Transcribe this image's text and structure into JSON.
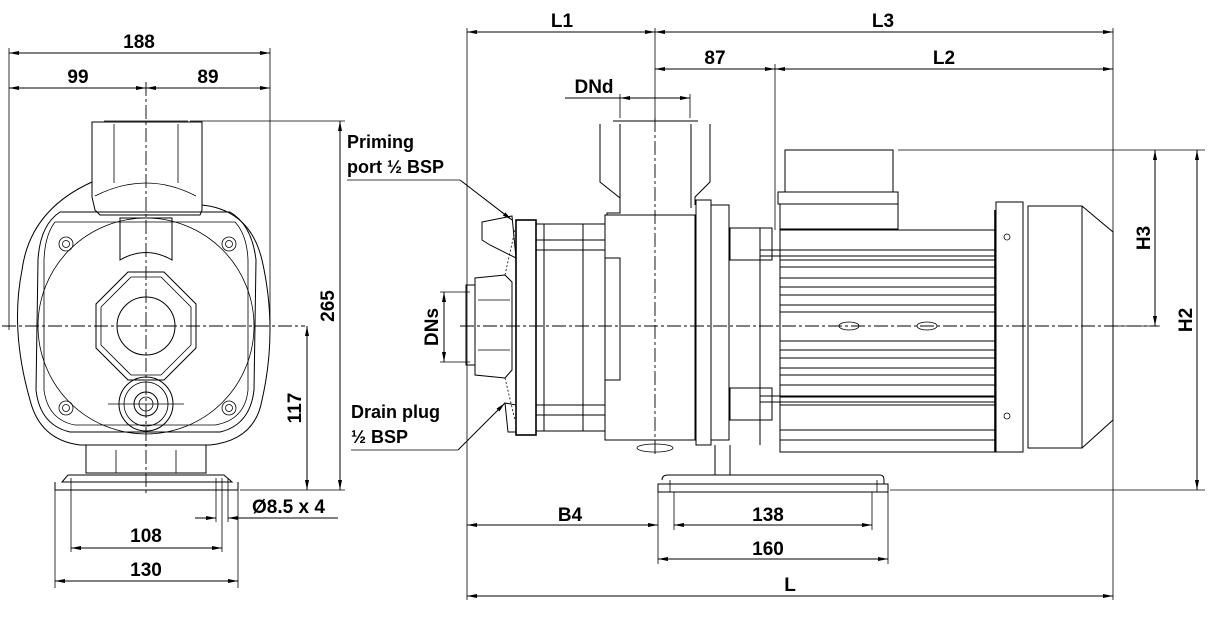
{
  "drawing": {
    "title": "Pump dimensional drawing",
    "front_view": {
      "dimensions": {
        "overall_width": "188",
        "left_width": "99",
        "right_width": "89",
        "overall_height": "265",
        "shaft_height": "117",
        "foot_hole_spacing": "108",
        "foot_width": "130",
        "foot_holes": "Ø8.5 x 4"
      }
    },
    "side_view": {
      "dimensions": {
        "l1": "L1",
        "l3": "L3",
        "distance_87": "87",
        "l2": "L2",
        "dnd": "DNd",
        "dns": "DNs",
        "h3": "H3",
        "h2": "H2",
        "b4": "B4",
        "foot_hole_spacing": "138",
        "foot_length": "160",
        "overall_length": "L"
      },
      "callouts": {
        "priming_port_line1": "Priming",
        "priming_port_line2": "port ½ BSP",
        "drain_plug_line1": "Drain plug",
        "drain_plug_line2": "½ BSP"
      }
    }
  }
}
